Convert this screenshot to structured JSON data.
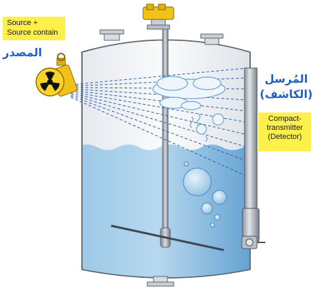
{
  "source": {
    "label_en_line1": "Source +",
    "label_en_line2": "Source contain",
    "label_ar": "المصدر",
    "icon": "radiation-source-icon"
  },
  "detector": {
    "label_ar_line1": "المُرسل",
    "label_ar_line2": "(الكاشف)",
    "label_en_line1": "Compact-",
    "label_en_line2": "transmitter",
    "label_en_line3": "(Detector)"
  },
  "colors": {
    "label_bg": "#fdf04a",
    "arabic_text": "#1f5fc8",
    "liquid": "#7ab4dc",
    "beam": "#2a5fb0"
  }
}
